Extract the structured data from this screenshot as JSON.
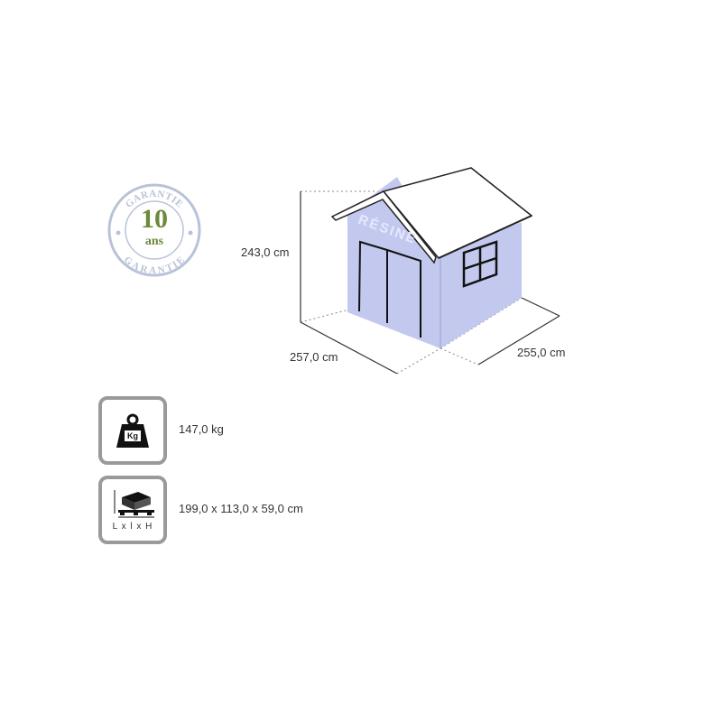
{
  "badge": {
    "top_text": "GARANTIE",
    "number": "10",
    "unit": "ans",
    "bottom_text": "GARANTIE",
    "ring_color": "#b9c3d8",
    "number_color": "#6b8a3a"
  },
  "shed": {
    "material_text": "RÉSINE",
    "wall_color": "#c3c8ef",
    "height_label": "243,0 cm",
    "depth_label": "257,0 cm",
    "width_label": "255,0 cm"
  },
  "specs": {
    "weight": {
      "icon": "weight-kg-icon",
      "icon_text": "Kg",
      "value": "147,0 kg"
    },
    "package": {
      "icon": "pallet-box-icon",
      "icon_text": "L x l x H",
      "value": "199,0 x 113,0 x 59,0 cm"
    }
  }
}
